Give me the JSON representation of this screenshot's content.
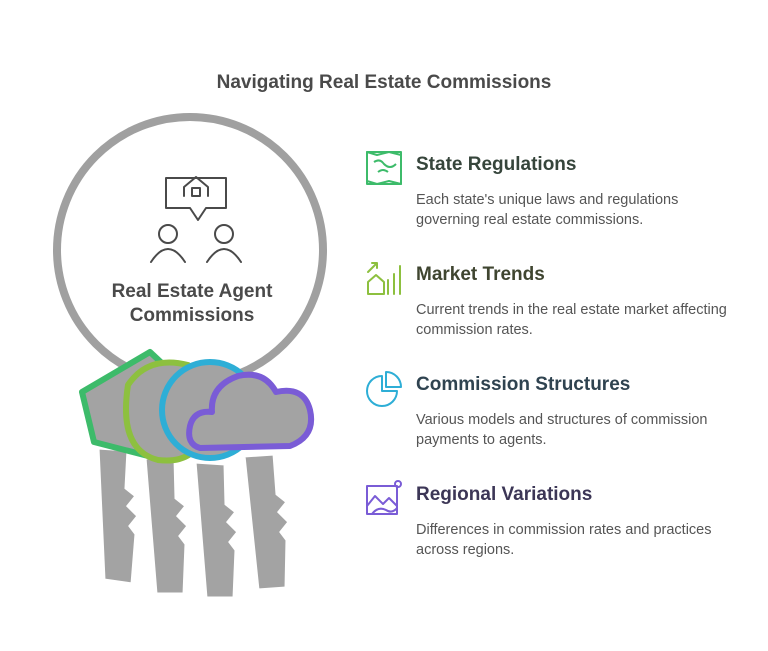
{
  "title": "Navigating Real Estate Commissions",
  "hub": {
    "label_line1": "Real Estate Agent",
    "label_line2": "Commissions"
  },
  "items": [
    {
      "heading": "State Regulations",
      "description": "Each state's unique laws and regulations governing real estate commissions.",
      "color": "#3dbb6a",
      "heading_color": "#36453b",
      "icon": "map-icon"
    },
    {
      "heading": "Market Trends",
      "description": "Current trends in the real estate market affecting commission rates.",
      "color": "#8dc03f",
      "heading_color": "#3f4530",
      "icon": "house-chart-icon"
    },
    {
      "heading": "Commission Structures",
      "description": "Various models and structures of commission payments to agents.",
      "color": "#2eaed6",
      "heading_color": "#2f4350",
      "icon": "pie-chart-icon"
    },
    {
      "heading": "Regional Variations",
      "description": "Differences in commission rates and practices across regions.",
      "color": "#7a5cd6",
      "heading_color": "#3c3656",
      "icon": "landscape-icon"
    }
  ]
}
